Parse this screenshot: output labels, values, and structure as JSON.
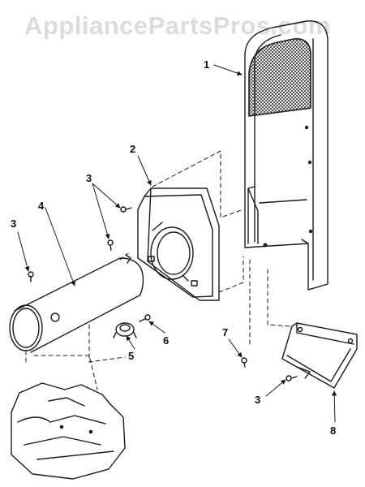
{
  "watermark": {
    "text": "AppliancePartsPros.com"
  },
  "parts": [
    {
      "id": "1",
      "name": "rear-panel"
    },
    {
      "id": "2",
      "name": "blower-housing"
    },
    {
      "id": "3",
      "name": "screw"
    },
    {
      "id": "4",
      "name": "heater-duct"
    },
    {
      "id": "5",
      "name": "thermostat"
    },
    {
      "id": "6",
      "name": "screw"
    },
    {
      "id": "7",
      "name": "screw"
    },
    {
      "id": "8",
      "name": "bracket"
    }
  ],
  "callouts": [
    {
      "label": "1",
      "part": "rear-panel"
    },
    {
      "label": "2",
      "part": "blower-housing"
    },
    {
      "label": "3",
      "part": "screw-housing"
    },
    {
      "label": "3",
      "part": "screw-left"
    },
    {
      "label": "4",
      "part": "heater-duct"
    },
    {
      "label": "5",
      "part": "thermostat"
    },
    {
      "label": "6",
      "part": "screw-thermostat"
    },
    {
      "label": "7",
      "part": "screw-panel"
    },
    {
      "label": "3",
      "part": "screw-bracket"
    },
    {
      "label": "8",
      "part": "bracket"
    }
  ],
  "colors": {
    "line": "#1a1a1a",
    "watermark": "#dcdcdc",
    "background": "#ffffff"
  }
}
